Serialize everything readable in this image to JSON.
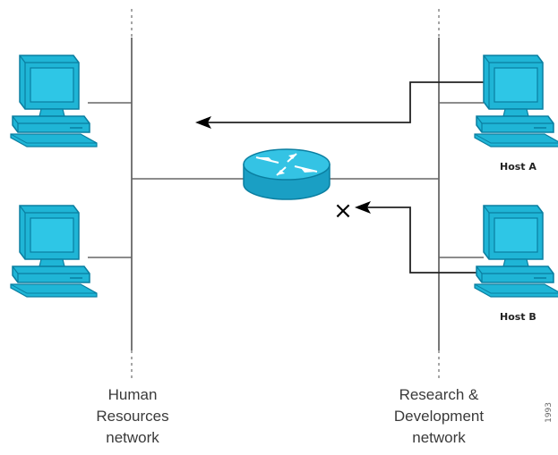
{
  "networks": {
    "left": "Human\nResources\nnetwork",
    "right": "Research &\nDevelopment\nnetwork"
  },
  "hosts": {
    "a_label": "Host A",
    "b_label": "Host B"
  },
  "blocked_marker": "×",
  "side_code": "1993",
  "icons": {
    "pc": "desktop-computer-icon",
    "router": "router-icon"
  },
  "colors": {
    "pc_fill": "#1fb5d6",
    "pc_screen": "#2ec6e6",
    "pc_outline": "#0a7ea0",
    "router_fill": "#21b4d8",
    "line": "#555555",
    "arrow": "#000000"
  }
}
